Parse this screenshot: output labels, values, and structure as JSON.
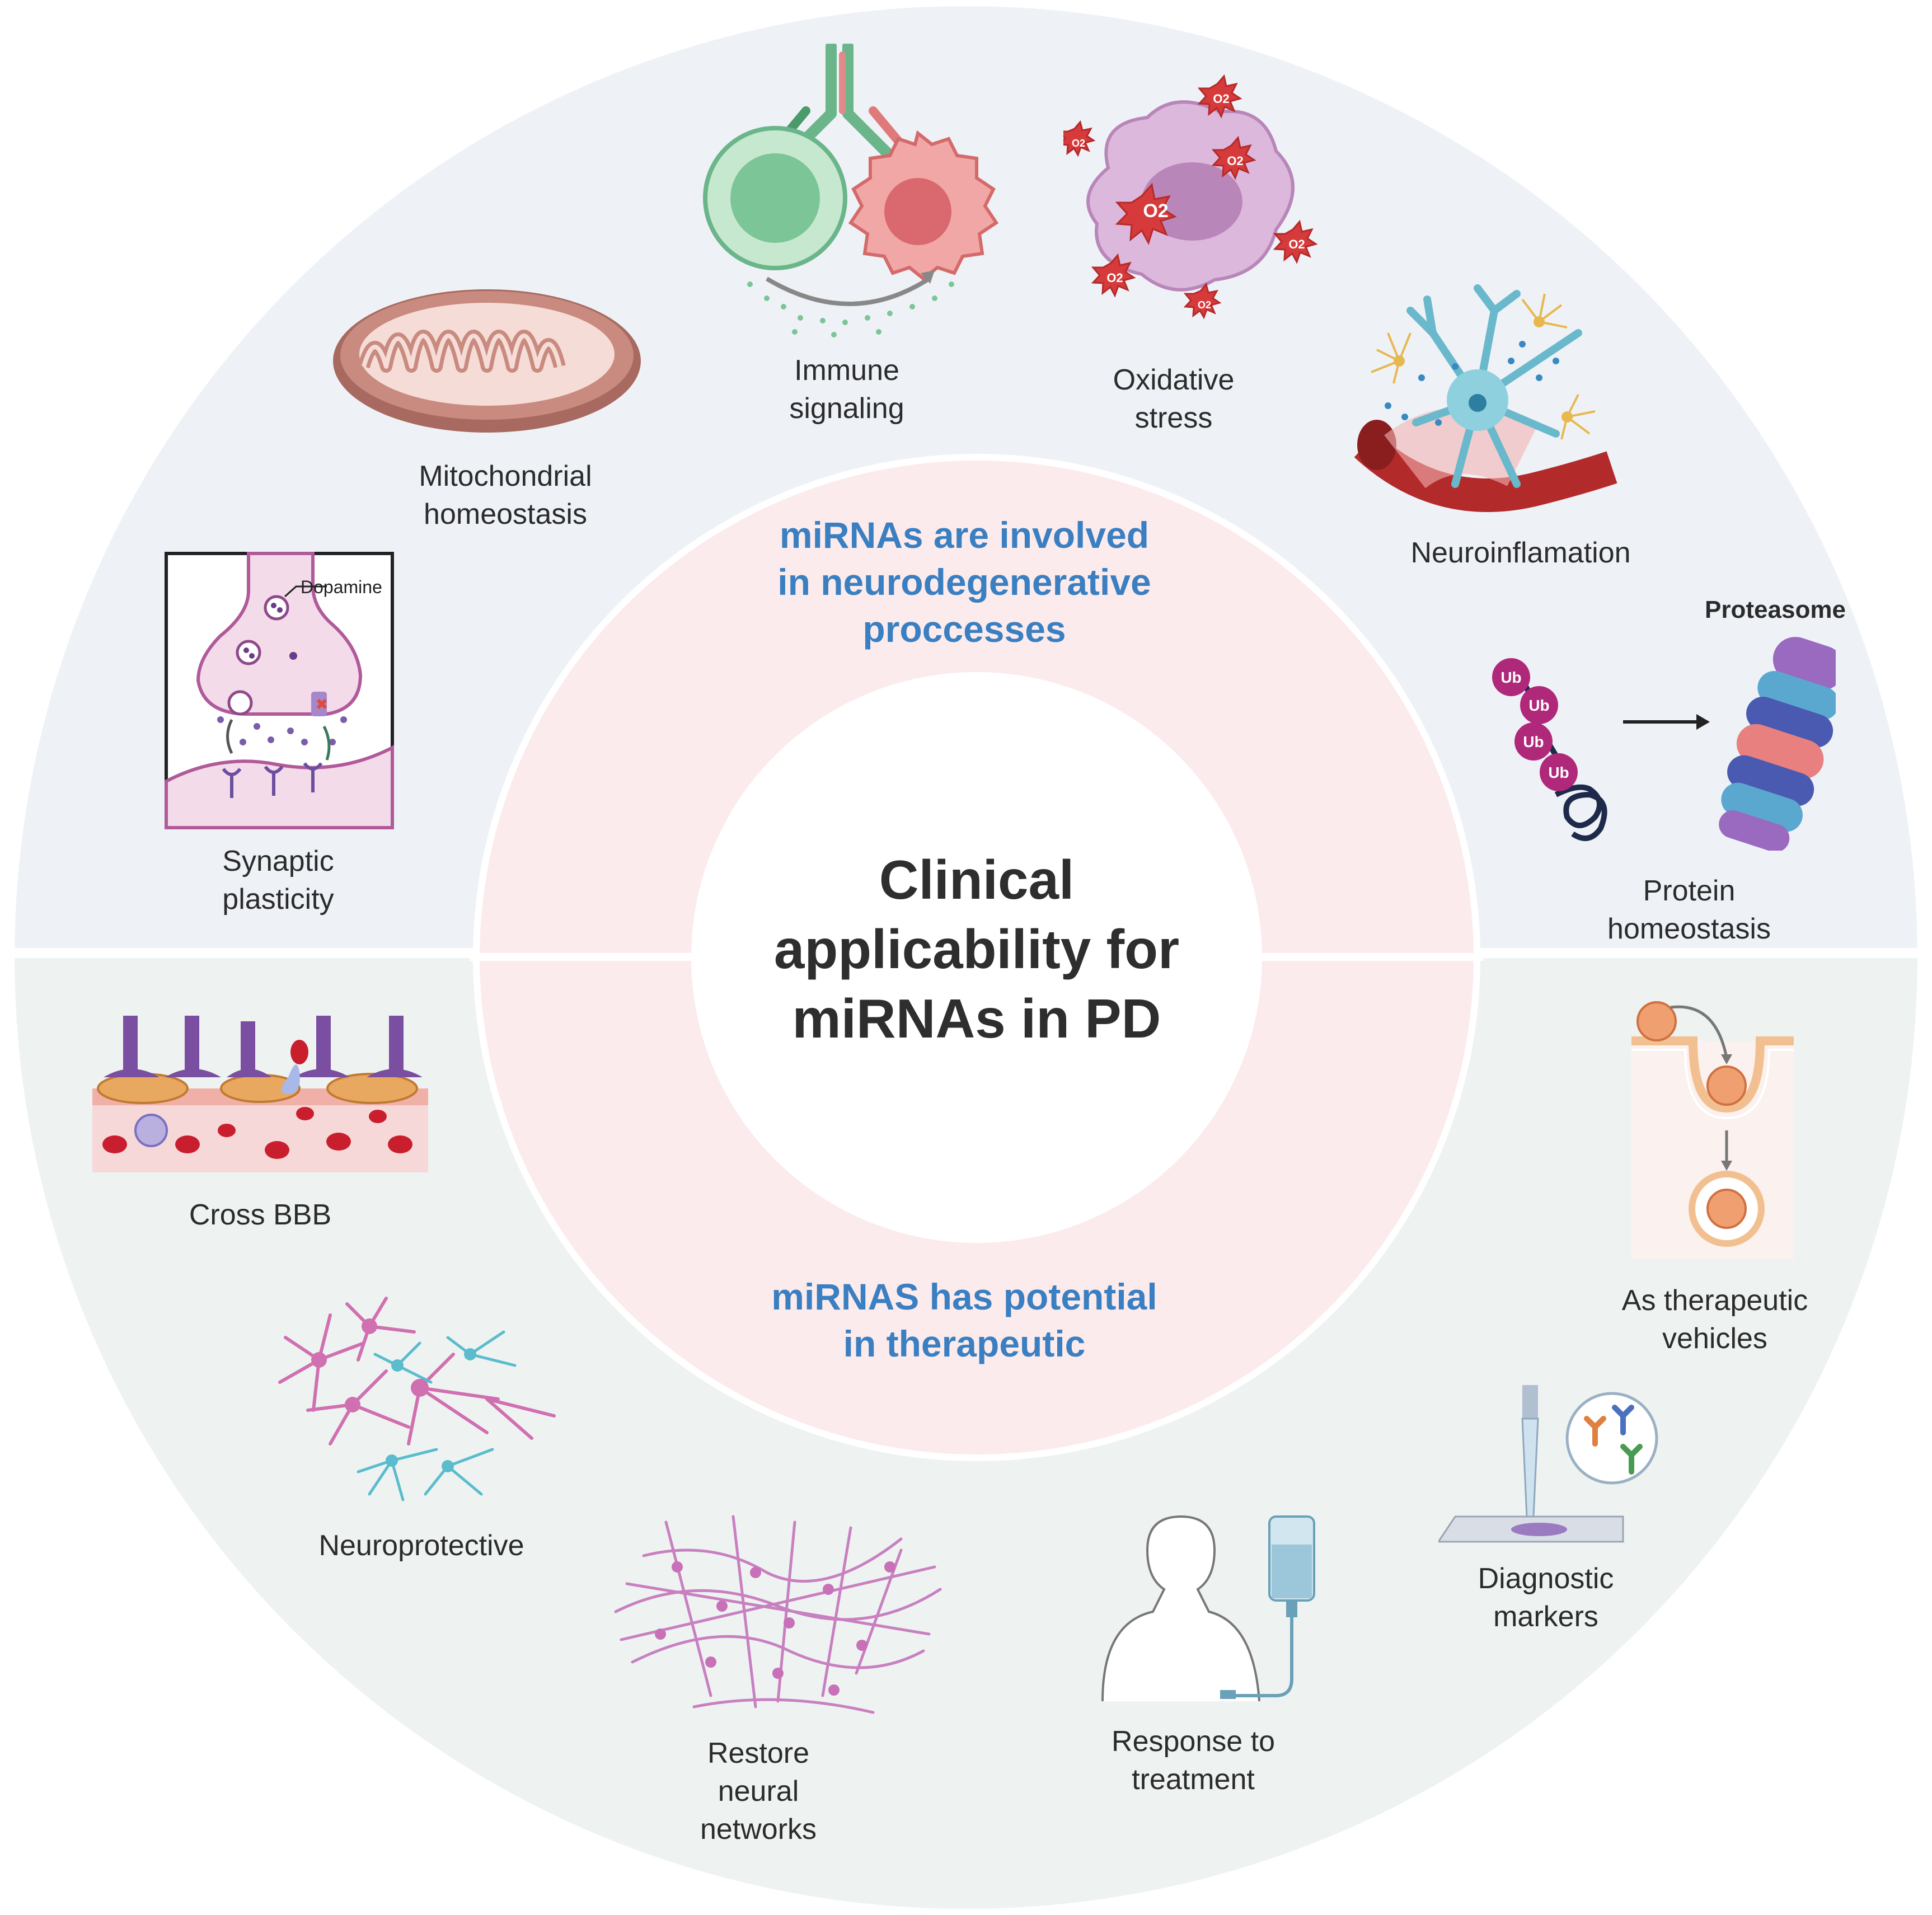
{
  "center_title": "Clinical\napplicability for\nmiRNAs in PD",
  "ring_titles": {
    "upper": "miRNAs are involved\nin neurodegenerative\nproccesses",
    "lower": "miRNAS has potential\nin therapeutic"
  },
  "upper_items": {
    "synaptic": "Synaptic\nplasticity",
    "dopamine_label": "Dopamine",
    "mitochondrial": "Mitochondrial\nhomeostasis",
    "immune": "Immune\nsignaling",
    "oxidative": "Oxidative\nstress",
    "o2": "O2",
    "neuroinflamation": "Neuroinflamation",
    "proteasome": "Proteasome",
    "ub": "Ub",
    "protein": "Protein\nhomeostasis"
  },
  "lower_items": {
    "cross_bbb": "Cross BBB",
    "neuroprotective": "Neuroprotective",
    "restore": "Restore\nneural\nnetworks",
    "response": "Response to\ntreatment",
    "diagnostic": "Diagnostic\nmarkers",
    "vehicles": "As therapeutic\nvehicles"
  },
  "colors": {
    "upper_bg": "#eef2f7",
    "lower_bg": "#eef3f2",
    "ring": "#fcebec",
    "title_blue": "#3a7fc1",
    "text": "#2b2b2b"
  }
}
